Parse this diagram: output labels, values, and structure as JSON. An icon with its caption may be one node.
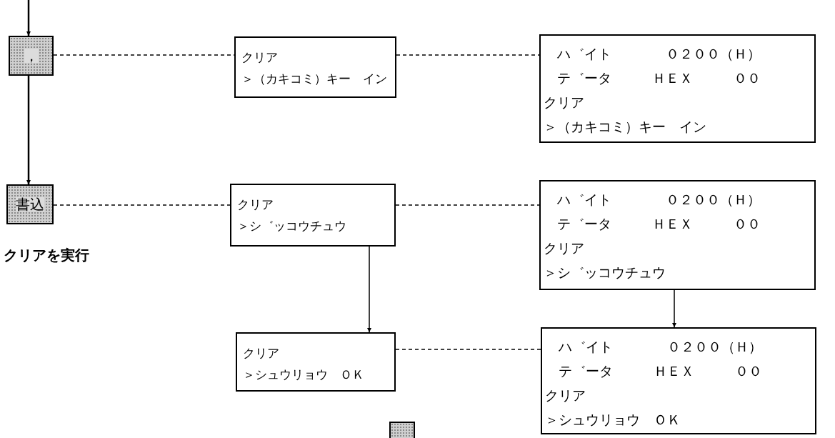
{
  "diagram": {
    "nodes": [
      {
        "text": [
          "，"
        ]
      },
      {
        "text": [
          "書込"
        ],
        "beside": [
          "クリアを実行"
        ]
      },
      {
        "text": [
          "クリア",
          "＞（カキコミ）キー　イン"
        ]
      },
      {
        "text": [
          "　ハ゛イト　　　　０２００（Ｈ）",
          "　テ゛ータ　　　ＨＥＸ　　　００",
          "クリア",
          "＞（カキコミ）キー　イン"
        ]
      },
      {
        "text": [
          "クリア",
          "＞シ゛ッコウチュウ"
        ]
      },
      {
        "text": [
          "　ハ゛イト　　　　０２００（Ｈ）",
          "　テ゛ータ　　　ＨＥＸ　　　００",
          "クリア",
          "＞シ゛ッコウチュウ"
        ]
      },
      {
        "text": [
          "クリア",
          "＞シュウリョウ　ＯＫ"
        ]
      },
      {
        "text": [
          "　ハ゛イト　　　　０２００（Ｈ）",
          "　テ゛ータ　　　ＨＥＸ　　　００",
          "クリア",
          "＞シュウリョウ　ＯＫ"
        ]
      },
      {
        "text": [],
        "shape": "box"
      }
    ],
    "edges": [
      {
        "from": null,
        "to": 0,
        "arrow": "to"
      },
      {
        "from": 0,
        "to": 1,
        "arrow": "to"
      },
      {
        "from": 0,
        "to": 2,
        "arrow": "none",
        "style": "dashed"
      },
      {
        "from": 2,
        "to": 3,
        "arrow": "none",
        "style": "dashed"
      },
      {
        "from": 1,
        "to": 4,
        "arrow": "none",
        "style": "dashed"
      },
      {
        "from": 4,
        "to": 5,
        "arrow": "none",
        "style": "dashed"
      },
      {
        "from": 4,
        "to": 6,
        "arrow": "to"
      },
      {
        "from": 5,
        "to": 7,
        "arrow": "to"
      },
      {
        "from": 6,
        "to": 7,
        "arrow": "none",
        "style": "dashed"
      }
    ]
  }
}
